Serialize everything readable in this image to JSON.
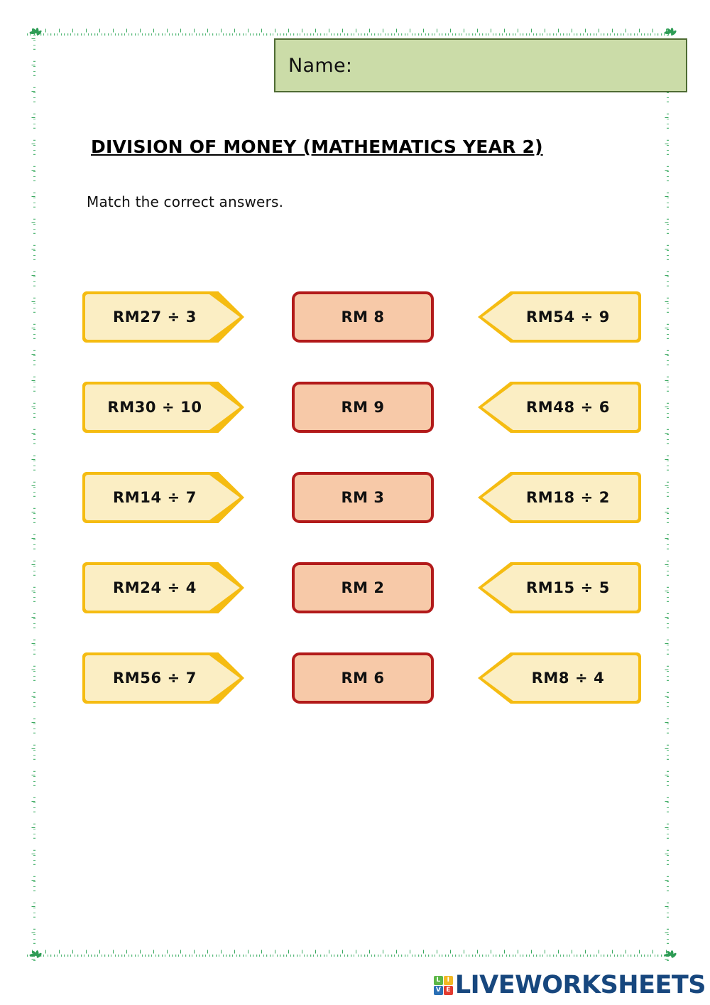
{
  "page": {
    "name_field": {
      "label": "Name:",
      "value": ""
    },
    "title": "DIVISION OF MONEY (MATHEMATICS YEAR 2)",
    "instruction": "Match the correct answers."
  },
  "colors": {
    "frame_green": "#3aa85f",
    "name_box_fill": "#cbdca8",
    "name_box_border": "#4e6b33",
    "arrow_fill": "#fbeec4",
    "arrow_border": "#f5bc12",
    "answer_fill": "#f7c9a8",
    "answer_border": "#b21a1a",
    "logo_navy": "#17477e"
  },
  "exercise": {
    "rows": [
      {
        "left": "RM27 ÷ 3",
        "center": "RM 8",
        "right": "RM54 ÷ 9"
      },
      {
        "left": "RM30 ÷ 10",
        "center": "RM 9",
        "right": "RM48 ÷ 6"
      },
      {
        "left": "RM14 ÷ 7",
        "center": "RM 3",
        "right": "RM18 ÷ 2"
      },
      {
        "left": "RM24 ÷ 4",
        "center": "RM 2",
        "right": "RM15 ÷ 5"
      },
      {
        "left": "RM56 ÷ 7",
        "center": "RM 6",
        "right": "RM8 ÷ 4"
      }
    ]
  },
  "footer": {
    "logo_tiles": [
      "L",
      "I",
      "V",
      "E"
    ],
    "logo_text": "LIVEWORKSHEETS"
  }
}
